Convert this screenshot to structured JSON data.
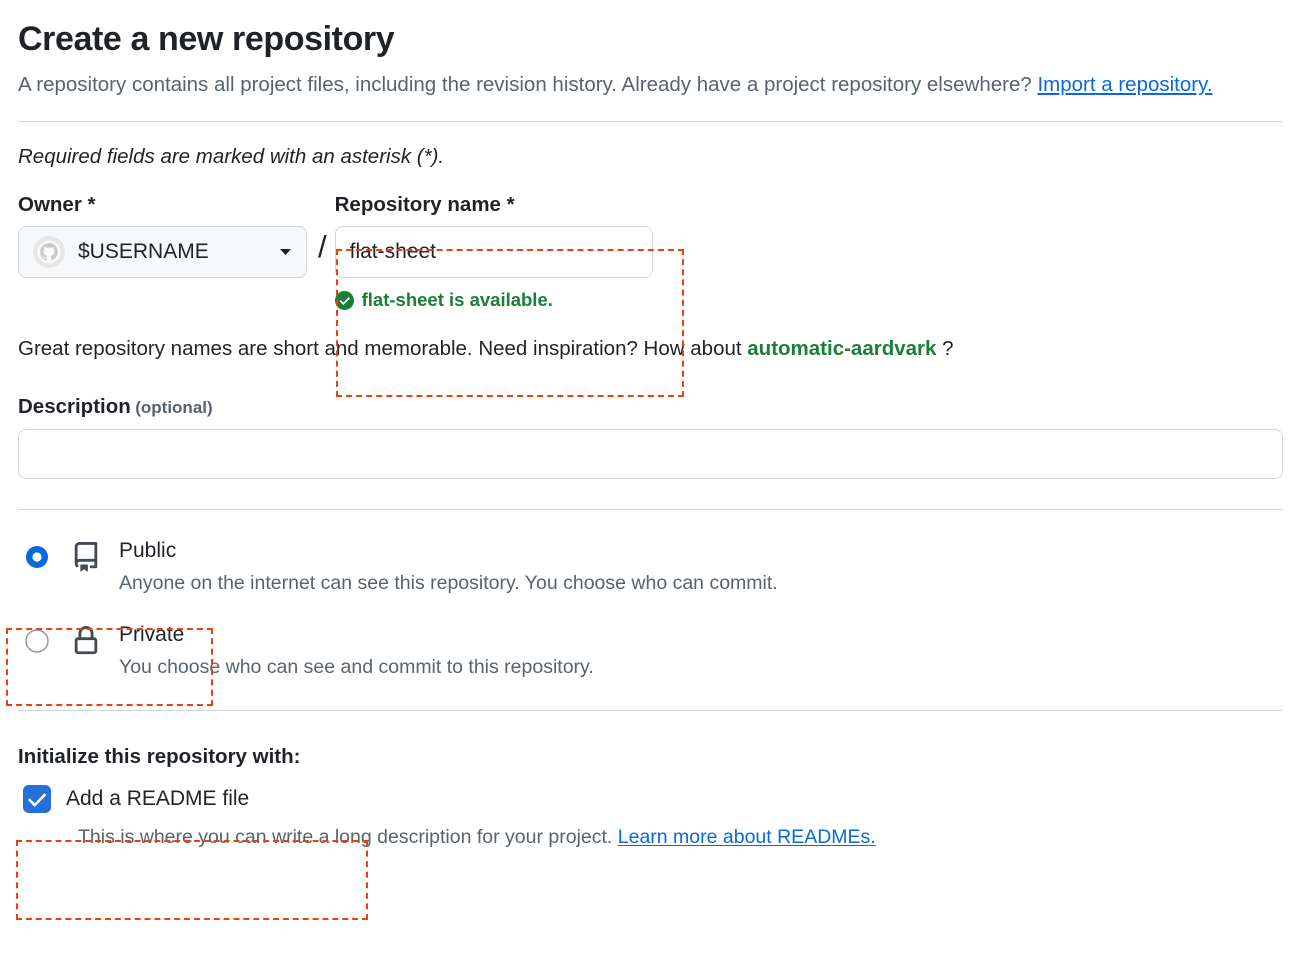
{
  "page": {
    "title": "Create a new repository",
    "intro_before_link": "A repository contains all project files, including the revision history. Already have a project repository elsewhere? ",
    "import_link": "Import a repository.",
    "required_note": "Required fields are marked with an asterisk (*)."
  },
  "owner": {
    "label": "Owner *",
    "value": "$USERNAME",
    "avatar_icon": "octocat-avatar-icon",
    "chevron_icon": "chevron-down-icon"
  },
  "separator": "/",
  "repository_name": {
    "label": "Repository name *",
    "value": "flat-sheet",
    "placeholder": "",
    "availability_text": "flat-sheet is available.",
    "availability_icon": "check-circle-fill-icon",
    "availability_color": "#1a7f37"
  },
  "suggestion": {
    "before": "Great repository names are short and memorable. Need inspiration? How about ",
    "name": "automatic-aardvark",
    "after": "?"
  },
  "description": {
    "label": "Description",
    "optional": "(optional)",
    "value": "",
    "placeholder": ""
  },
  "visibility": {
    "options": [
      {
        "id": "public",
        "title": "Public",
        "description": "Anyone on the internet can see this repository. You choose who can commit.",
        "icon": "repo-book-icon",
        "selected": true
      },
      {
        "id": "private",
        "title": "Private",
        "description": "You choose who can see and commit to this repository.",
        "icon": "lock-icon",
        "selected": false
      }
    ]
  },
  "initialize": {
    "heading": "Initialize this repository with:",
    "readme_label": "Add a README file",
    "readme_checked": true,
    "readme_sub_before": "This is where you can write a long description for your project. ",
    "readme_link": "Learn more about READMEs."
  },
  "annotations": {
    "color": "#e8430f",
    "boxes": [
      "repository-name-field",
      "public-visibility-option",
      "initialize-readme-option"
    ]
  },
  "colors": {
    "accent_blue": "#0969da",
    "success_green": "#1a7f37",
    "text_primary": "#1f2328",
    "text_muted": "#59636e",
    "border": "#d1d9e0"
  }
}
